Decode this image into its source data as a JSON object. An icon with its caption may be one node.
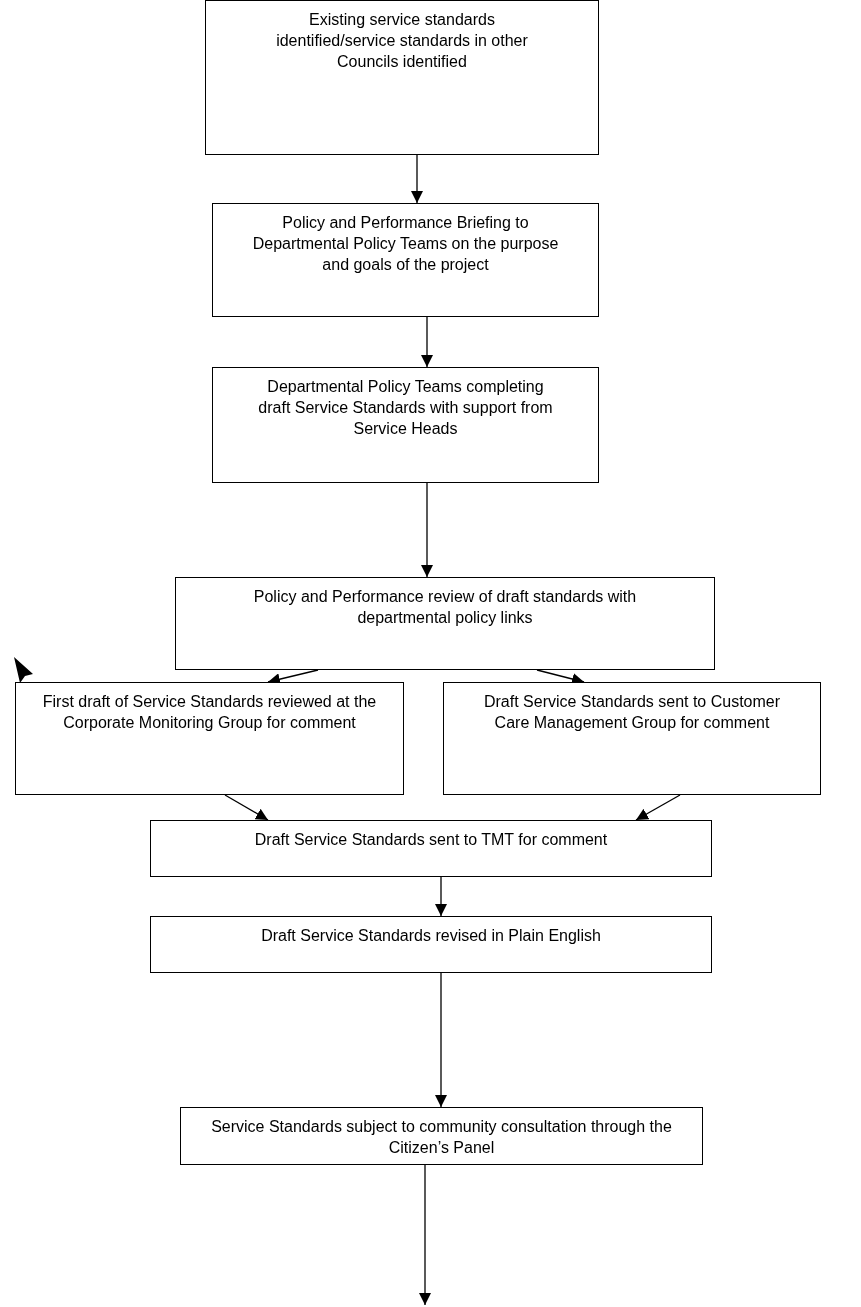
{
  "diagram": {
    "nodes": [
      {
        "text": [
          "Existing service standards identified/service standards in other Councils identified"
        ]
      },
      {
        "text": [
          "Policy and Performance Briefing to Departmental Policy Teams on the purpose and goals of the project"
        ]
      },
      {
        "text": [
          "Departmental Policy Teams completing draft Service Standards with support from Service Heads"
        ]
      },
      {
        "text": [
          "Policy and Performance review of draft standards with departmental policy links"
        ]
      },
      {
        "text": [
          "First draft of Service Standards reviewed at the Corporate Monitoring Group for comment"
        ]
      },
      {
        "text": [
          "Draft Service Standards sent to Customer Care Management Group for comment"
        ]
      },
      {
        "text": [
          "Draft Service Standards sent to TMT for comment"
        ]
      },
      {
        "text": [
          "Draft Service Standards revised in Plain English"
        ]
      },
      {
        "text": [
          "Service Standards subject to community consultation through the Citizen’s Panel"
        ]
      }
    ],
    "edges": [
      {
        "from": 0,
        "to": 1,
        "arrow": "to"
      },
      {
        "from": 1,
        "to": 2,
        "arrow": "to"
      },
      {
        "from": 2,
        "to": 3,
        "arrow": "to"
      },
      {
        "from": 3,
        "to": 4,
        "arrow": "to"
      },
      {
        "from": 3,
        "to": 5,
        "arrow": "to"
      },
      {
        "from": 4,
        "to": 6,
        "arrow": "to"
      },
      {
        "from": 5,
        "to": 6,
        "arrow": "to"
      },
      {
        "from": 6,
        "to": 7,
        "arrow": "to"
      },
      {
        "from": 7,
        "to": 8,
        "arrow": "to"
      },
      {
        "from": 8,
        "to": null,
        "arrow": "to"
      }
    ]
  }
}
